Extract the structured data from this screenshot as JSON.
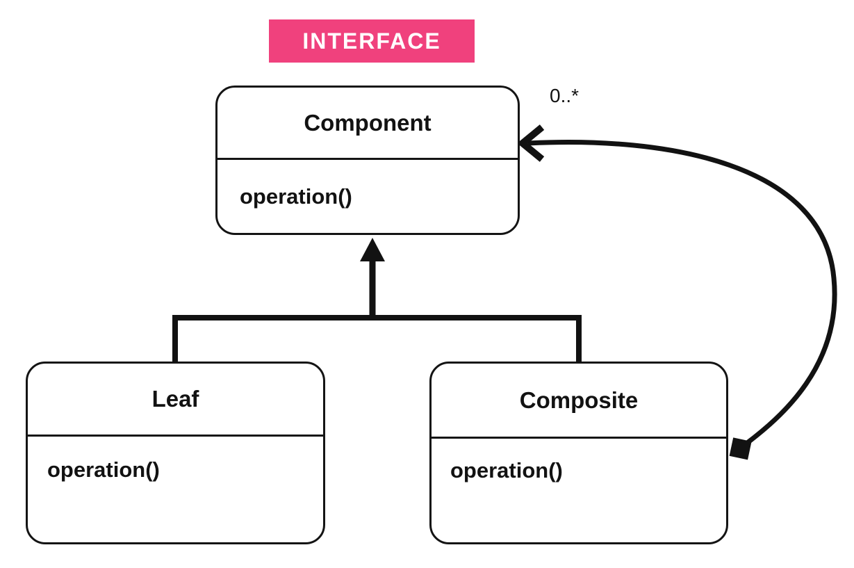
{
  "diagram": {
    "type": "uml-class-diagram",
    "pattern": "Composite",
    "badge": {
      "label": "INTERFACE"
    },
    "classes": {
      "component": {
        "name": "Component",
        "method": "operation()"
      },
      "leaf": {
        "name": "Leaf",
        "method": "operation()"
      },
      "composite": {
        "name": "Composite",
        "method": "operation()"
      }
    },
    "relations": {
      "inheritance": {
        "parent": "Component",
        "children": [
          "Leaf",
          "Composite"
        ]
      },
      "aggregation": {
        "from": "Composite",
        "to": "Component",
        "multiplicity_label": "0..*"
      }
    },
    "colors": {
      "badge_bg": "#F0417D",
      "badge_fg": "#FFFFFF",
      "line": "#121212",
      "background": "#FFFFFF"
    }
  }
}
